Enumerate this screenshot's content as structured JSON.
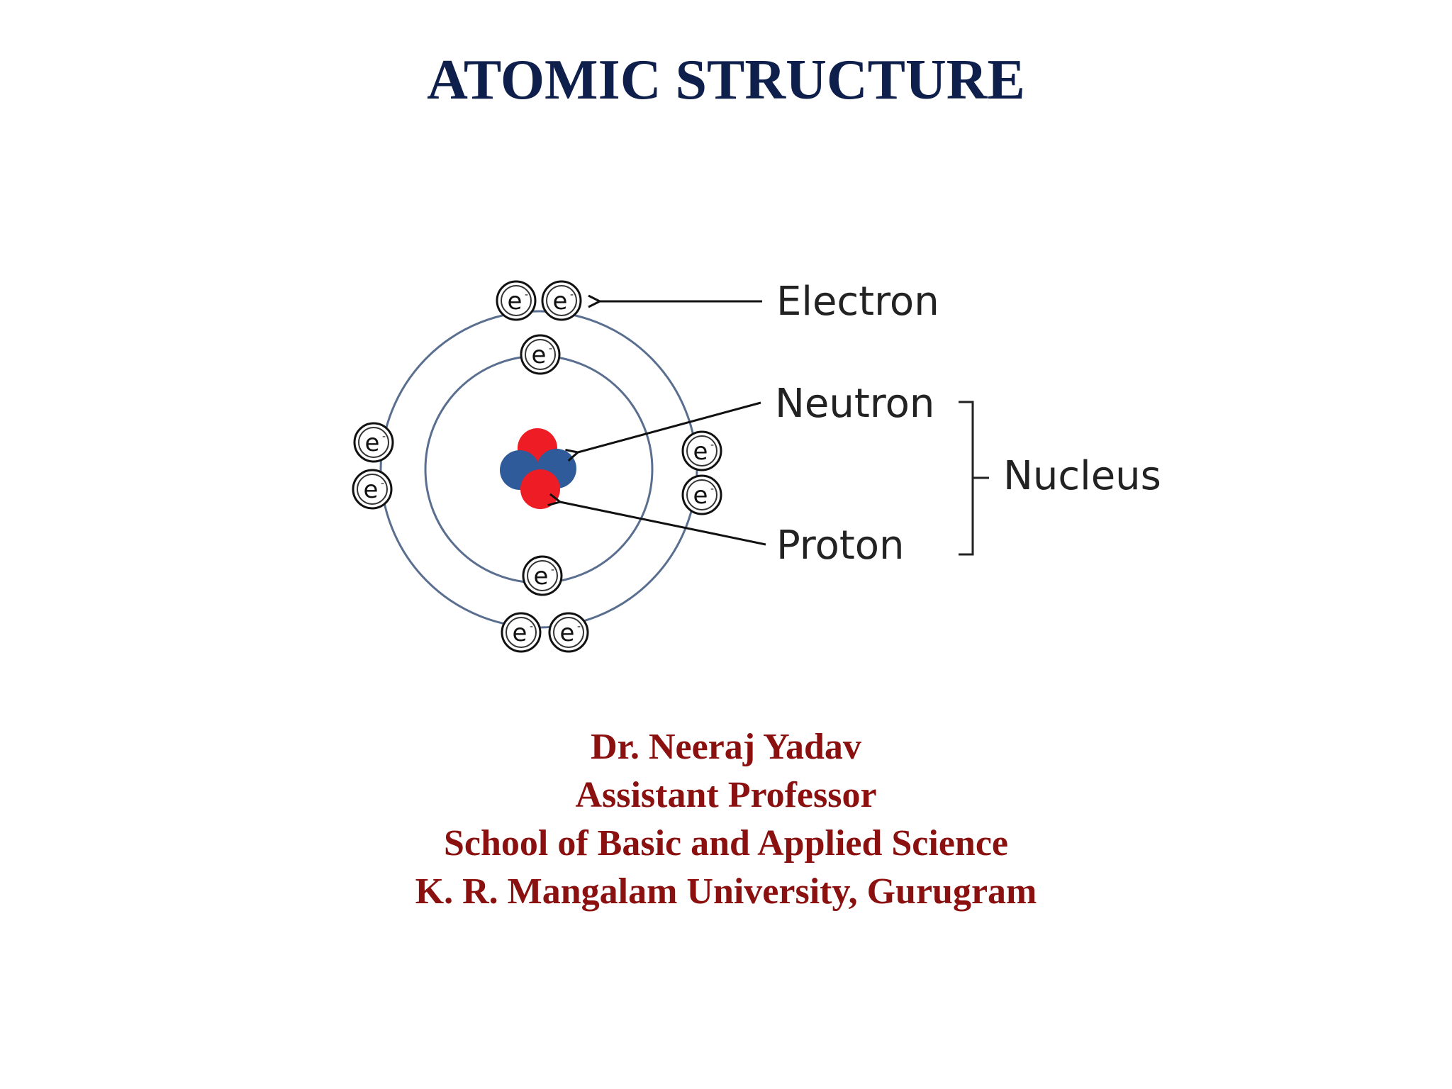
{
  "slide": {
    "title": "ATOMIC STRUCTURE"
  },
  "diagram": {
    "labels": {
      "electron": "Electron",
      "neutron": "Neutron",
      "proton": "Proton",
      "nucleus": "Nucleus"
    },
    "electron_symbol": "e",
    "electron_charge": "-",
    "inner_shell_electrons": 2,
    "outer_shell_electrons": 8
  },
  "credits": {
    "name": "Dr. Neeraj Yadav",
    "designation": "Assistant Professor",
    "school": "School of Basic and Applied Science",
    "university": "K. R. Mangalam University, Gurugram"
  },
  "colors": {
    "title": "#0f1f4b",
    "credits": "#8b1010",
    "orbit": "#5a6f8f",
    "proton": "#ee1c24",
    "neutron": "#2f5b9a",
    "arrow": "#111111",
    "label": "#222222"
  }
}
